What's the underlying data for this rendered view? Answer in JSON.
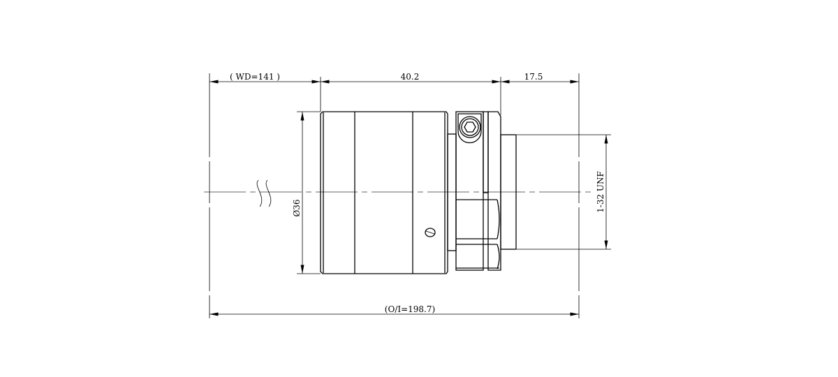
{
  "drawing": {
    "dimensions": {
      "working_distance": "( WD=141 )",
      "lens_length": "40.2",
      "mount_length": "17.5",
      "overall_length": "(O/I=198.7)",
      "diameter": "Ø36",
      "thread": "1-32 UNF"
    }
  }
}
